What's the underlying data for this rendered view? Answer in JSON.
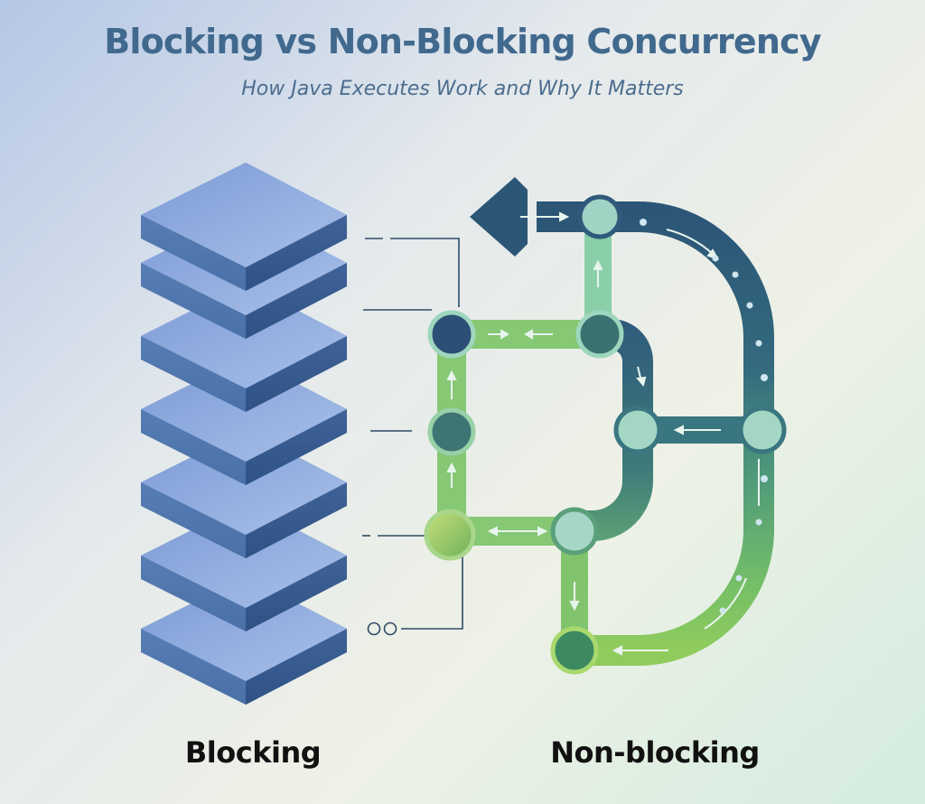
{
  "header": {
    "title": "Blocking vs Non-Blocking Concurrency",
    "subtitle": "How Java Executes Work and Why It Matters"
  },
  "panels": {
    "blocking_label": "Blocking",
    "nonblocking_label": "Non-blocking"
  },
  "blocking_stack": {
    "layer_count": 7
  },
  "colors": {
    "title": "#41698e",
    "stack_top": "#8eaade",
    "stack_side": "#4a6ea8",
    "track_dark": "#2f5a7e",
    "track_light": "#9fd9bb",
    "track_green": "#7ac267"
  }
}
